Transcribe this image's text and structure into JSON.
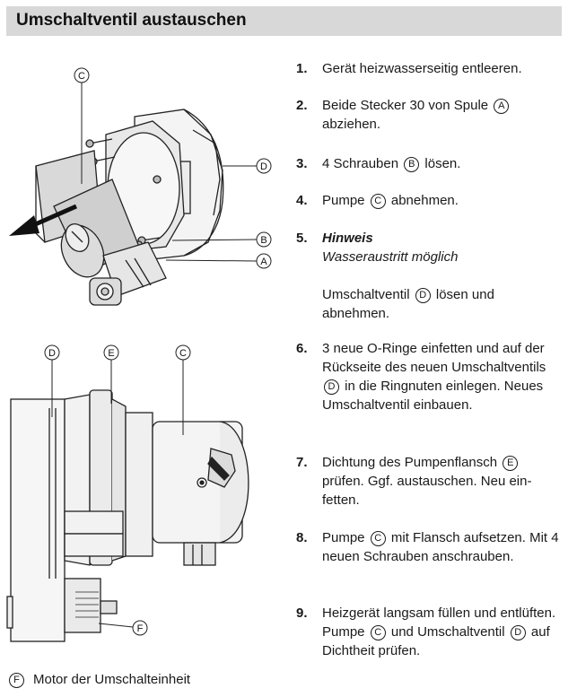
{
  "page": {
    "title": "Umschaltventil austauschen"
  },
  "figure_top": {
    "callouts": [
      "C",
      "D",
      "B",
      "A"
    ]
  },
  "figure_bottom": {
    "callouts": [
      "D",
      "E",
      "C",
      "F"
    ]
  },
  "steps": [
    {
      "num": "1.",
      "parts": [
        {
          "t": "Gerät heizwasserseitig entleeren."
        }
      ]
    },
    {
      "num": "2.",
      "parts": [
        {
          "t": "Beide Stecker 30 von Spule "
        },
        {
          "c": "A"
        },
        {
          "t": " abziehen."
        }
      ]
    },
    {
      "num": "3.",
      "parts": [
        {
          "t": "4 Schrauben "
        },
        {
          "c": "B"
        },
        {
          "t": " lösen."
        }
      ]
    },
    {
      "num": "4.",
      "parts": [
        {
          "t": "Pumpe "
        },
        {
          "c": "C"
        },
        {
          "t": " abnehmen."
        }
      ]
    },
    {
      "num": "5.",
      "note_title": "Hinweis",
      "note_text": "Wasseraustritt möglich",
      "parts": [
        {
          "t": "Umschaltventil "
        },
        {
          "c": "D"
        },
        {
          "t": " lösen und abnehmen."
        }
      ]
    },
    {
      "num": "6.",
      "parts": [
        {
          "t": "3 neue O-Ringe einfetten und auf der Rückseite des neuen Umschalt­ventils "
        },
        {
          "c": "D"
        },
        {
          "t": " in die Ringnuten einle­gen. Neues Umschaltventil ein­bauen."
        }
      ]
    },
    {
      "num": "7.",
      "parts": [
        {
          "t": "Dichtung des Pumpenflansch "
        },
        {
          "c": "E"
        },
        {
          "t": " prüfen. Ggf. austauschen. Neu ein­fetten."
        }
      ]
    },
    {
      "num": "8.",
      "parts": [
        {
          "t": "Pumpe "
        },
        {
          "c": "C"
        },
        {
          "t": " mit Flansch aufsetzen. Mit 4 neuen Schrauben anschrau­ben."
        }
      ]
    },
    {
      "num": "9.",
      "parts": [
        {
          "t": "Heizgerät langsam füllen und ent­lüften. Pumpe "
        },
        {
          "c": "C"
        },
        {
          "t": " und Umschalt­ventil "
        },
        {
          "c": "D"
        },
        {
          "t": " auf Dichtheit prüfen."
        }
      ]
    }
  ],
  "legend": {
    "key": "F",
    "text": "Motor der Umschalteinheit"
  }
}
